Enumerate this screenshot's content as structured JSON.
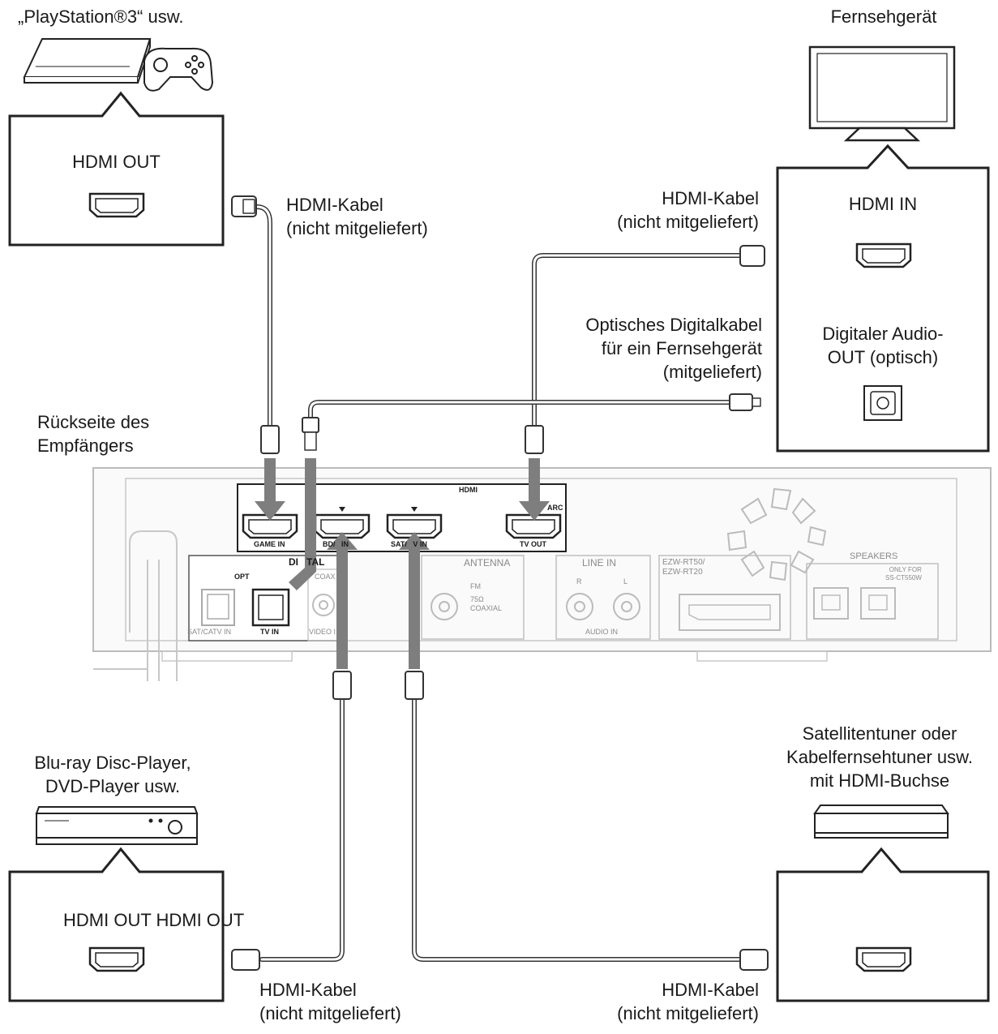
{
  "devices": {
    "playstation": {
      "name": "„PlayStation®3“ usw.",
      "port": "HDMI OUT"
    },
    "tv": {
      "name": "Fernsehgerät",
      "port_hdmi": "HDMI IN",
      "port_optical": "Digitaler Audio-\nOUT (optisch)"
    },
    "bluray": {
      "name": "Blu-ray Disc-Player,\nDVD-Player usw.",
      "port": "HDMI OUT HDMI OUT"
    },
    "satellite": {
      "name": "Satellitentuner oder\nKabelfernsehtuner usw.\nmit HDMI-Buchse"
    },
    "receiver": {
      "name": "Rückseite des\nEmpfängers"
    }
  },
  "cables": {
    "ps": "HDMI-Kabel\n(nicht mitgeliefert)",
    "tv": "HDMI-Kabel\n(nicht mitgeliefert)",
    "optical": "Optisches Digitalkabel\nfür ein Fernsehgerät\n(mitgeliefert)",
    "bluray": "HDMI-Kabel\n(nicht mitgeliefert)",
    "satellite": "HDMI-Kabel\n(nicht mitgeliefert)"
  },
  "panel": {
    "hdmi_group": "HDMI",
    "game_in": "GAME IN",
    "bd_in": "BD/   IN",
    "sat_in": "SAT/   V IN",
    "tv_out": "TV OUT",
    "arc": "ARC",
    "digital": "DI   TAL",
    "opt": "OPT",
    "coax": "COAX",
    "sat_catv_in": "SAT/CATV IN",
    "tv_in": "TV IN",
    "video": "VIDEO I",
    "antenna": "ANTENNA",
    "fm": "FM",
    "coaxial": "75Ω\nCOAXIAL",
    "line_in": "LINE IN",
    "r": "R",
    "l": "L",
    "audio_in": "AUDIO IN",
    "ezw": "EZW-RT50/\nEZW-RT20",
    "speakers": "SPEAKERS",
    "only_for": "ONLY FOR\nSS-CT550W"
  }
}
